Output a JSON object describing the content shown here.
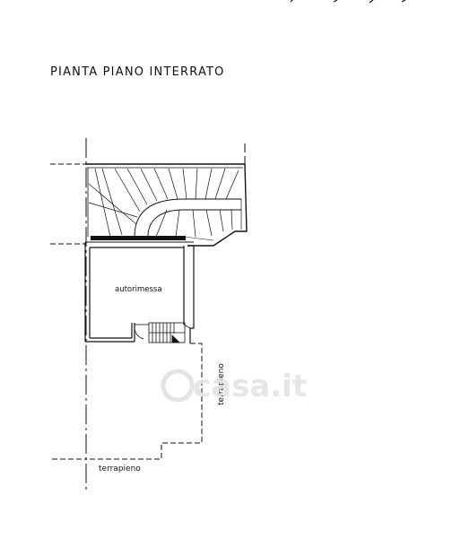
{
  "plan": {
    "title": "PIANTA  PIANO  INTERRATO",
    "room_label": "autorimessa",
    "fill_label_side": "terrapieno",
    "fill_label_bottom": "terrapieno"
  },
  "watermark": {
    "text": "casa.it"
  },
  "colors": {
    "ink": "#111111",
    "paper": "#ffffff",
    "watermark": "#e4e4e4"
  }
}
